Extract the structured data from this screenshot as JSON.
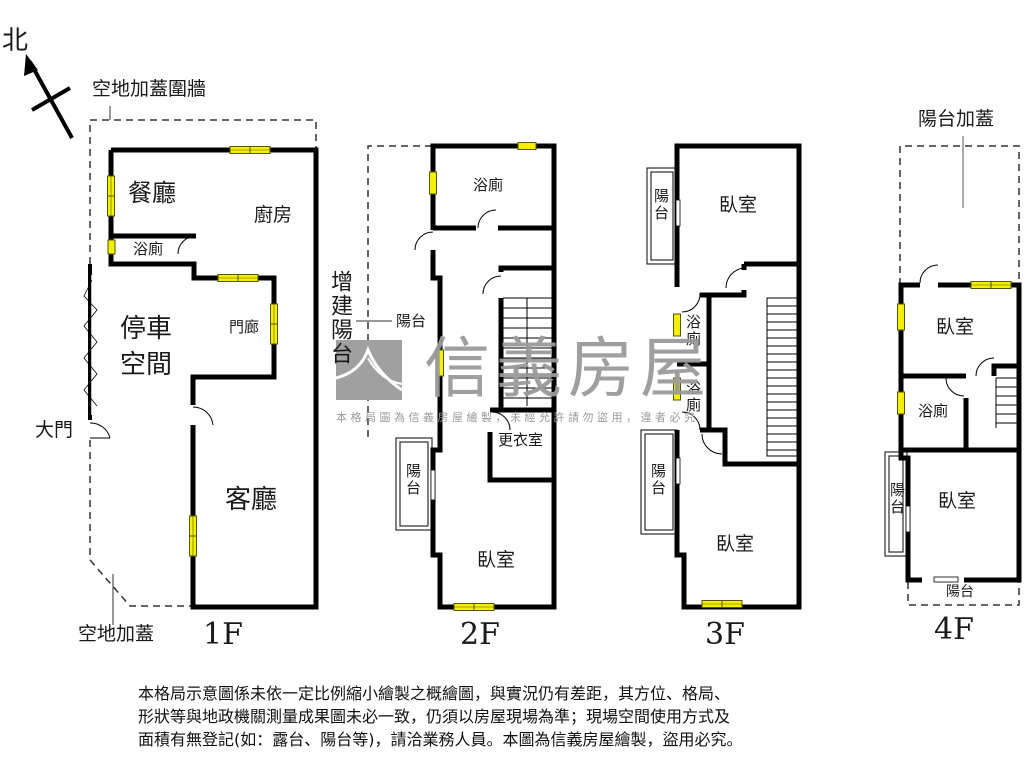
{
  "compass": {
    "label": "北",
    "icon": "north-arrow-icon"
  },
  "floors": [
    {
      "id": "1F",
      "label": "1F",
      "rooms": [
        "餐廳",
        "廚房",
        "浴廁",
        "停車空間",
        "門廊",
        "大門",
        "客廳"
      ],
      "annotations": [
        "空地加蓋圍牆",
        "空地加蓋"
      ]
    },
    {
      "id": "2F",
      "label": "2F",
      "rooms": [
        "浴廁",
        "陽台",
        "更衣室",
        "陽台",
        "臥室"
      ],
      "annotations": [
        "增建陽台"
      ]
    },
    {
      "id": "3F",
      "label": "3F",
      "rooms": [
        "陽台",
        "臥室",
        "浴廁",
        "浴廁",
        "陽台",
        "臥室"
      ],
      "annotations": []
    },
    {
      "id": "4F",
      "label": "4F",
      "rooms": [
        "臥室",
        "浴廁",
        "陽台",
        "臥室",
        "陽台"
      ],
      "annotations": [
        "陽台加蓋"
      ]
    }
  ],
  "labels": {
    "f1_dining": "餐廳",
    "f1_kitchen": "廚房",
    "f1_bath": "浴廁",
    "f1_parking_1": "停車",
    "f1_parking_2": "空間",
    "f1_porch": "門廊",
    "f1_gate": "大門",
    "f1_living": "客廳",
    "f1_wall_note": "空地加蓋圍牆",
    "f1_yard_note": "空地加蓋",
    "f2_bath": "浴廁",
    "f2_addon_balcony": "增建陽台",
    "f2_balcony_pointer": "陽台",
    "f2_closet": "更衣室",
    "f2_balcony": "陽台",
    "f2_bedroom": "臥室",
    "f3_balcony_top": "陽台",
    "f3_bedroom_top": "臥室",
    "f3_bath_1": "浴廁",
    "f3_bath_2": "浴廁",
    "f3_balcony_bottom": "陽台",
    "f3_bedroom_bottom": "臥室",
    "f4_balcony_addon": "陽台加蓋",
    "f4_bedroom_top": "臥室",
    "f4_bath": "浴廁",
    "f4_balcony_side": "陽台",
    "f4_bedroom_bottom": "臥室",
    "f4_balcony_bottom": "陽台"
  },
  "watermark": {
    "brand": "信義房屋",
    "notice": "本格局圖為信義房屋繪製，未經允許請勿盜用，違者必究"
  },
  "disclaimer": {
    "lines": [
      "本格局示意圖係未依一定比例縮小繪製之概繪圖，與實況仍有差距，其方位、格局、",
      "形狀等與地政機關測量成果圖未必一致，仍須以房屋現場為準；現場空間使用方式及",
      "面積有無登記(如：露台、陽台等)，請洽業務人員。本圖為信義房屋繪製，盜用必究。"
    ]
  },
  "colors": {
    "wall": "#000000",
    "window": "#f5f000",
    "window_border": "#5a5a00",
    "dashed": "#333333",
    "watermark": "#9a9a9a"
  }
}
